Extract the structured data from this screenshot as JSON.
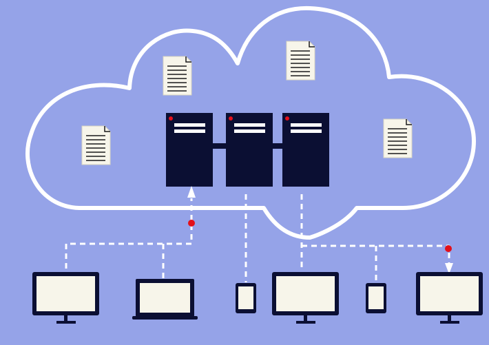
{
  "diagram": {
    "colors": {
      "background": "#95a3e8",
      "cloud_outline": "#ffffff",
      "server_body": "#0b0f33",
      "server_stripe": "#ffffff",
      "indicator": "#e3101a",
      "document_paper": "#f7f5ea",
      "document_line": "#1a1a1a",
      "device_frame": "#0b0f33",
      "device_screen": "#f7f5ea",
      "connection": "#ffffff"
    },
    "icons": {
      "cloud": "cloud-icon",
      "server": "server-icon",
      "document": "document-icon",
      "monitor": "desktop-monitor-icon",
      "laptop": "laptop-icon",
      "phone": "smartphone-icon"
    },
    "server_count": 3,
    "document_count": 4,
    "devices": [
      "monitor",
      "laptop",
      "phone",
      "monitor",
      "phone",
      "monitor"
    ]
  }
}
